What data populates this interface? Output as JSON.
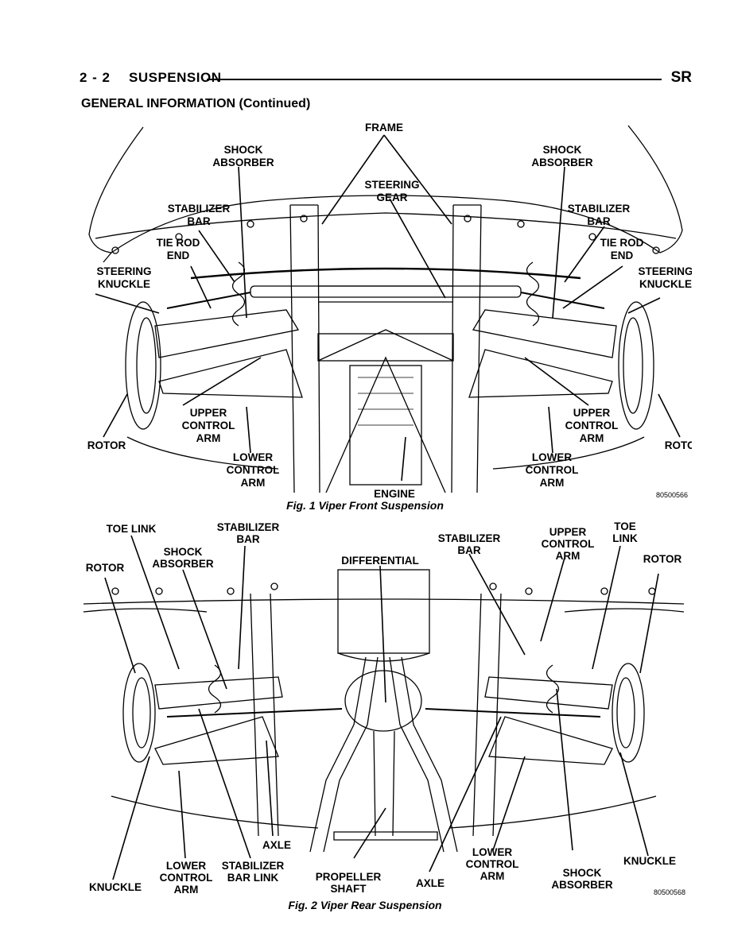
{
  "header": {
    "page_number": "2 - 2",
    "section": "SUSPENSION",
    "code": "SR"
  },
  "subheading": "GENERAL INFORMATION (Continued)",
  "figure1": {
    "labels": {
      "frame": "FRAME",
      "shock_l1": "SHOCK",
      "shock_l2": "ABSORBER",
      "shock_r1": "SHOCK",
      "shock_r2": "ABSORBER",
      "steering_gear1": "STEERING",
      "steering_gear2": "GEAR",
      "stab_l1": "STABILIZER",
      "stab_l2": "BAR",
      "stab_r1": "STABILIZER",
      "stab_r2": "BAR",
      "tie_l1": "TIE ROD",
      "tie_l2": "END",
      "tie_r1": "TIE ROD",
      "tie_r2": "END",
      "knuckle_l1": "STEERING",
      "knuckle_l2": "KNUCKLE",
      "knuckle_r1": "STEERING",
      "knuckle_r2": "KNUCKLE",
      "upper_l1": "UPPER",
      "upper_l2": "CONTROL",
      "upper_l3": "ARM",
      "upper_r1": "UPPER",
      "upper_r2": "CONTROL",
      "upper_r3": "ARM",
      "lower_l1": "LOWER",
      "lower_l2": "CONTROL",
      "lower_l3": "ARM",
      "lower_r1": "LOWER",
      "lower_r2": "CONTROL",
      "lower_r3": "ARM",
      "rotor_l": "ROTOR",
      "rotor_r": "ROTOR",
      "engine": "ENGINE"
    },
    "code": "80500566",
    "caption": "Fig. 1 Viper Front Suspension"
  },
  "figure2": {
    "labels": {
      "toe_l": "TOE LINK",
      "stab_l1": "STABILIZER",
      "stab_l2": "BAR",
      "shock_l1": "SHOCK",
      "shock_l2": "ABSORBER",
      "rotor_l": "ROTOR",
      "differential": "DIFFERENTIAL",
      "stab_r1": "STABILIZER",
      "stab_r2": "BAR",
      "upper_r1": "UPPER",
      "upper_r2": "CONTROL",
      "upper_r3": "ARM",
      "toe_r1": "TOE",
      "toe_r2": "LINK",
      "rotor_r": "ROTOR",
      "axle_c": "AXLE",
      "lower_l1": "LOWER",
      "lower_l2": "CONTROL",
      "lower_l3": "ARM",
      "stab_link1": "STABILIZER",
      "stab_link2": "BAR LINK",
      "prop1": "PROPELLER",
      "prop2": "SHAFT",
      "axle_r": "AXLE",
      "lower_r1": "LOWER",
      "lower_r2": "CONTROL",
      "lower_r3": "ARM",
      "shock_r1": "SHOCK",
      "shock_r2": "ABSORBER",
      "knuckle_r": "KNUCKLE",
      "knuckle_l": "KNUCKLE"
    },
    "code": "80500568",
    "caption": "Fig. 2 Viper Rear Suspension"
  }
}
